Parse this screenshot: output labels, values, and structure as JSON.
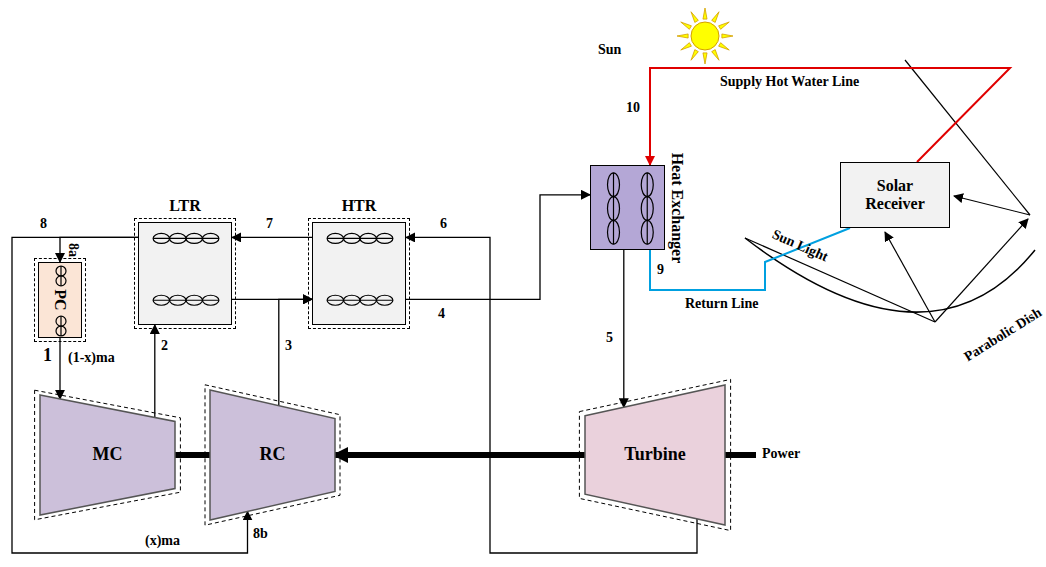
{
  "diagram": {
    "nodes": [
      {
        "text": [
          "LTR"
        ]
      },
      {
        "text": [
          "HTR"
        ]
      },
      {
        "text": [
          "PC"
        ]
      },
      {
        "text": [
          "MC"
        ]
      },
      {
        "text": [
          "RC"
        ]
      },
      {
        "text": [
          "Turbine"
        ]
      },
      {
        "text": [
          "Heat Exchanger"
        ]
      },
      {
        "text": [
          "Solar Receiver"
        ]
      }
    ],
    "edges": [
      {
        "from": 3,
        "to": 0,
        "arrow": "to"
      },
      {
        "from": 4,
        "to": 1,
        "arrow": "to"
      },
      {
        "from": 0,
        "to": 1,
        "arrow": "to"
      },
      {
        "from": 1,
        "to": 6,
        "arrow": "to"
      },
      {
        "from": 6,
        "to": 5,
        "arrow": "to"
      },
      {
        "from": 5,
        "to": 1,
        "arrow": "to"
      },
      {
        "from": 1,
        "to": 0,
        "arrow": "to"
      },
      {
        "from": 0,
        "to": 2,
        "arrow": "to"
      },
      {
        "from": 2,
        "to": 3,
        "arrow": "to"
      },
      {
        "from": 0,
        "to": 4,
        "arrow": "to"
      },
      {
        "from": 7,
        "to": 6,
        "arrow": "to"
      },
      {
        "from": 6,
        "to": 7,
        "arrow": "none"
      },
      {
        "from": 3,
        "to": 4,
        "arrow": "none"
      },
      {
        "from": 5,
        "to": 4,
        "arrow": "to"
      }
    ],
    "labels": [
      "Sun",
      "Supply Hot Water Line",
      "10",
      "9",
      "Return Line",
      "Sun Light",
      "Parabolic Dish",
      "Power",
      "1",
      "(1-x)ma",
      "2",
      "3",
      "4",
      "5",
      "6",
      "7",
      "8",
      "8a",
      "8b",
      "(x)ma"
    ]
  }
}
